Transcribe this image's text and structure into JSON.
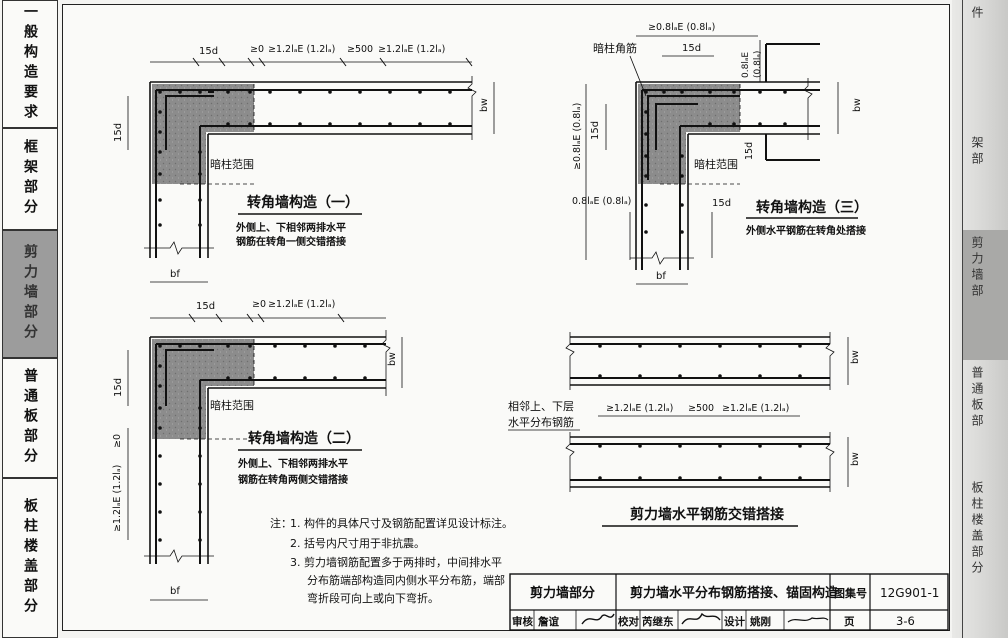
{
  "side_tabs": [
    {
      "label": "一般构造要求",
      "active": false
    },
    {
      "label": "框架部分",
      "active": false
    },
    {
      "label": "剪力墙部分",
      "active": true
    },
    {
      "label": "普通板部分",
      "active": false
    },
    {
      "label": "板柱楼盖部分",
      "active": false
    }
  ],
  "right_tabs": [
    "件",
    "架部",
    "剪力墙部",
    "普通板部",
    "板柱楼盖部分"
  ],
  "dims": {
    "d15": "15d",
    "ge0": "≥0",
    "le12": "≥1.2lₐE (1.2lₐ)",
    "ge500": "≥500",
    "le08_top": "≥0.8lₐE (0.8lₐ)",
    "le08_vert": "≥0.8lₐE (0.8lₐ)",
    "le08_right": "0.8lₐE\n(0.8lₐ)",
    "le08_left": "0.8lₐE (0.8lₐ)",
    "le12_vert": "≥1.2lₐE (1.2lₐ)",
    "bw": "bw",
    "bf": "bf"
  },
  "labels": {
    "dark_col": "暗柱范围",
    "dark_col_corner": "暗柱角筋",
    "adjacent": "相邻上、下层",
    "adjacent2": "水平分布钢筋"
  },
  "diagrams": {
    "d1": {
      "title": "转角墙构造（一）",
      "note1": "外侧上、下相邻两排水平",
      "note2": "钢筋在转角一侧交错搭接"
    },
    "d2": {
      "title": "转角墙构造（二）",
      "note1": "外侧上、下相邻两排水平",
      "note2": "钢筋在转角两侧交错搭接"
    },
    "d3": {
      "title": "转角墙构造（三）",
      "note1": "外侧水平钢筋在转角处搭接"
    },
    "d4": {
      "title": "剪力墙水平钢筋交错搭接"
    }
  },
  "notes": {
    "prefix": "注：",
    "items": [
      "1.  构件的具体尺寸及钢筋配置详见设计标注。",
      "2.  括号内尺寸用于非抗震。",
      "3.  剪力墙钢筋配置多于两排时，中间排水平",
      "分布筋端部构造同内侧水平分布筋，端部",
      "弯折段可向上或向下弯折。"
    ]
  },
  "title_block": {
    "section": "剪力墙部分",
    "title": "剪力墙水平分布钢筋搭接、锚固构造",
    "atlas_label": "图集号",
    "atlas_no": "12G901-1",
    "review": "审核",
    "reviewer": "詹谊",
    "check": "校对",
    "checker": "芮继东",
    "design": "设计",
    "designer": "姚刚",
    "page_label": "页",
    "page_no": "3-6"
  }
}
